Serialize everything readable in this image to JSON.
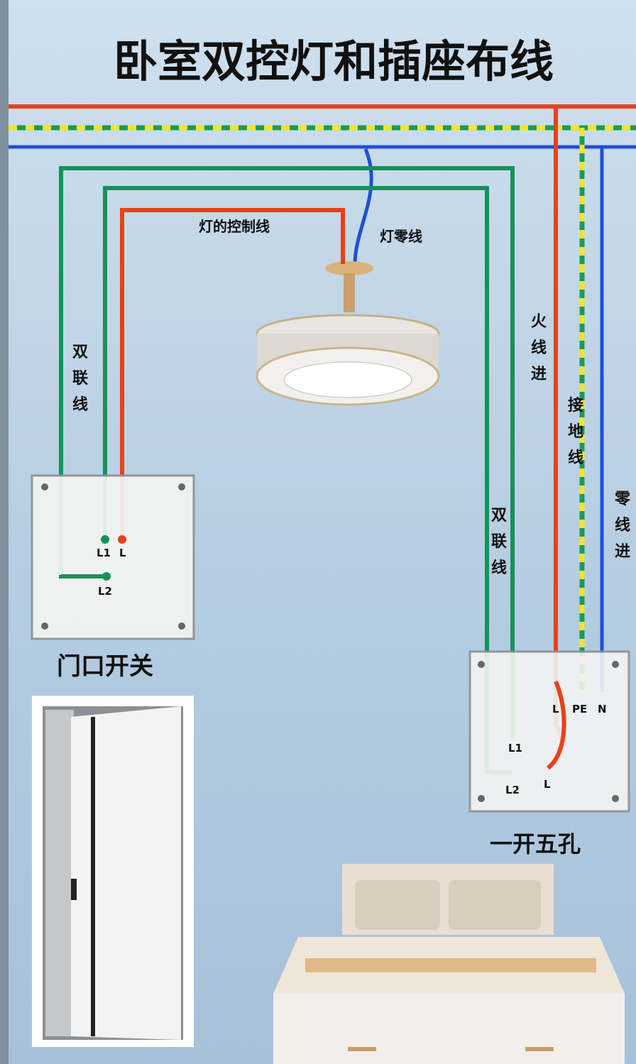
{
  "title": "卧室双控灯和插座布线",
  "labels": {
    "light_control_wire": "灯的控制线",
    "light_neutral_wire": "灯零线",
    "traveler_wire_left": [
      "双",
      "联",
      "线"
    ],
    "traveler_wire_right": [
      "双",
      "联",
      "线"
    ],
    "live_in": [
      "火",
      "线",
      "进"
    ],
    "ground_wire": [
      "接",
      "地",
      "线"
    ],
    "neutral_in": [
      "零",
      "线",
      "进"
    ],
    "door_switch": "门口开关",
    "socket_switch": "一开五孔"
  },
  "left_switch_terminals": {
    "l1": "L1",
    "l": "L",
    "l2": "L2"
  },
  "right_switch_terminals": {
    "l": "L",
    "pe": "PE",
    "n": "N",
    "l1": "L1",
    "l2": "L2",
    "l_bottom": "L"
  },
  "colors": {
    "live": "#e8401c",
    "neutral": "#1f4fd6",
    "ground_green": "#1a9a5c",
    "ground_yellow": "#f2e52a",
    "traveler": "#17915a"
  }
}
